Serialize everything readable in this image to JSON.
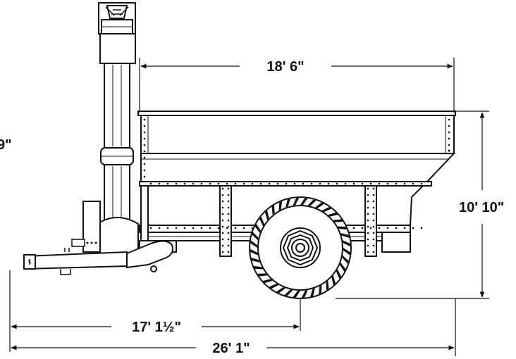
{
  "dimensions": {
    "top_length": "18' 6\"",
    "total_height": "10' 10\"",
    "tongue_to_axle": "17' 1½\"",
    "overall_length": "26' 1\"",
    "left_cut_off": "9\""
  },
  "colors": {
    "line": "#111111",
    "paper": "#ffffff"
  }
}
